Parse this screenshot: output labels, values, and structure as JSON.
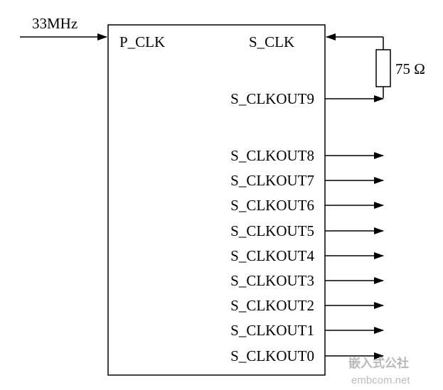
{
  "diagram": {
    "input_signal": "33MHz",
    "input_pin": "P_CLK",
    "feedback_pin": "S_CLK",
    "resistor_label": "75 Ω",
    "feedback_output": "S_CLKOUT9",
    "outputs": [
      "S_CLKOUT8",
      "S_CLKOUT7",
      "S_CLKOUT6",
      "S_CLKOUT5",
      "S_CLKOUT4",
      "S_CLKOUT3",
      "S_CLKOUT2",
      "S_CLKOUT1",
      "S_CLKOUT0"
    ]
  },
  "watermark": {
    "chinese": "嵌入式公社",
    "site": "embcom.net"
  }
}
